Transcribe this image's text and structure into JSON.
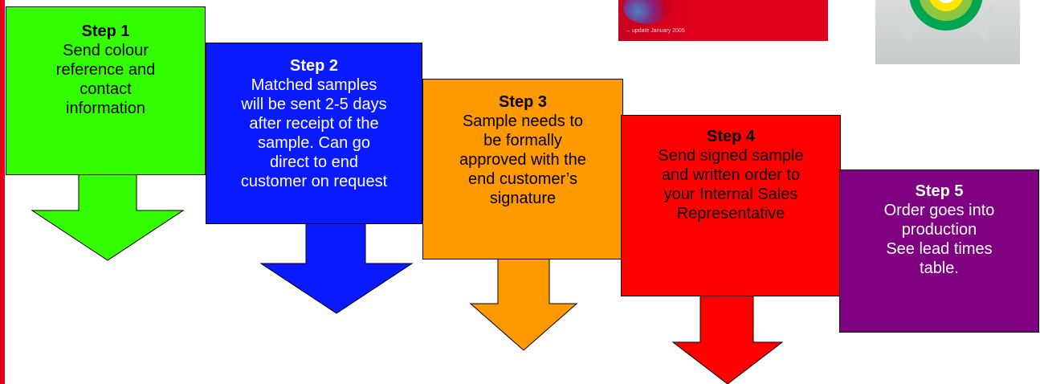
{
  "steps": [
    {
      "label": "Step 1",
      "text": "Send colour\nreference and\ncontact\ninformation",
      "color": "#33ff00"
    },
    {
      "label": "Step 2",
      "text": "Matched samples\nwill be sent 2-5 days\nafter receipt of the\nsample. Can go\ndirect to end\ncustomer on request",
      "color": "#0a1aff"
    },
    {
      "label": "Step 3",
      "text": "Sample needs to\nbe formally\napproved with the\nend customer’s\nsignature",
      "color": "#ff9900"
    },
    {
      "label": "Step 4",
      "text": "Send signed sample\nand written order to\nyour Internal Sales\nRepresentative",
      "color": "#ff0000"
    },
    {
      "label": "Step 5",
      "text": "Order goes into\nproduction\nSee lead times\ntable.",
      "color": "#7f0080"
    }
  ],
  "thumbnails": {
    "red_cover_caption": "→ update January 2005",
    "accent_red": "#e2001a",
    "bp_logo_colors": [
      "#00a651",
      "#8dc63f",
      "#ffe600"
    ]
  }
}
